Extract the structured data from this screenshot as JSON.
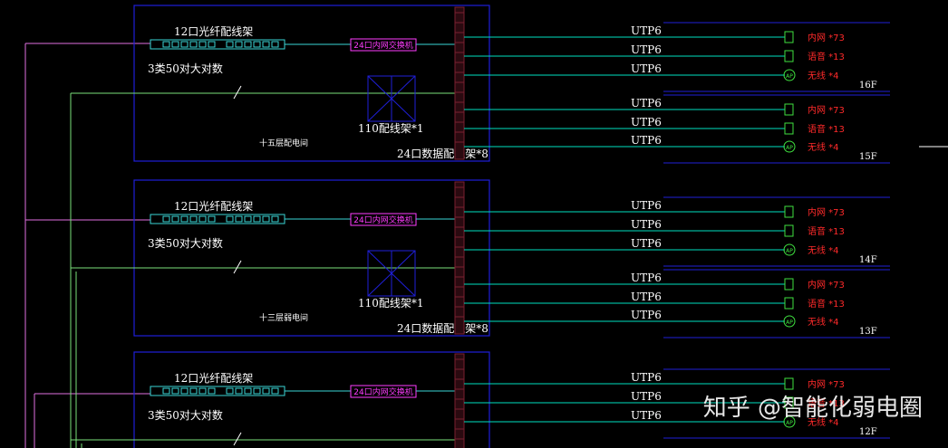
{
  "floors": [
    {
      "room_name": "十五层配电间",
      "fiber_panel": "12口光纤配线架",
      "backbone_cable": "3类50对大对数",
      "switch_label": "24口内网交换机",
      "block_label": "110配线架*1",
      "patch_panel": "24口数据配线架*8",
      "groups": [
        {
          "floor_tag": "16F",
          "runs": [
            {
              "cable": "UTP6",
              "outlet": "内网 *73"
            },
            {
              "cable": "UTP6",
              "outlet": "语音 *13"
            },
            {
              "cable": "UTP6",
              "outlet": "无线 *4"
            }
          ]
        },
        {
          "floor_tag": "15F",
          "runs": [
            {
              "cable": "UTP6",
              "outlet": "内网 *73"
            },
            {
              "cable": "UTP6",
              "outlet": "语音 *13"
            },
            {
              "cable": "UTP6",
              "outlet": "无线 *4"
            }
          ]
        }
      ]
    },
    {
      "room_name": "十三层弱电间",
      "fiber_panel": "12口光纤配线架",
      "backbone_cable": "3类50对大对数",
      "switch_label": "24口内网交换机",
      "block_label": "110配线架*1",
      "patch_panel": "24口数据配线架*8",
      "groups": [
        {
          "floor_tag": "14F",
          "runs": [
            {
              "cable": "UTP6",
              "outlet": "内网 *73"
            },
            {
              "cable": "UTP6",
              "outlet": "语音 *13"
            },
            {
              "cable": "UTP6",
              "outlet": "无线 *4"
            }
          ]
        },
        {
          "floor_tag": "13F",
          "runs": [
            {
              "cable": "UTP6",
              "outlet": "内网 *73"
            },
            {
              "cable": "UTP6",
              "outlet": "语音 *13"
            },
            {
              "cable": "UTP6",
              "outlet": "无线 *4"
            }
          ]
        }
      ]
    },
    {
      "room_name": "",
      "fiber_panel": "12口光纤配线架",
      "backbone_cable": "3类50对大对数",
      "switch_label": "24口内网交换机",
      "block_label": "",
      "patch_panel": "",
      "groups": [
        {
          "floor_tag": "12F",
          "runs": [
            {
              "cable": "UTP6",
              "outlet": "内网 *73"
            },
            {
              "cable": "UTP6",
              "outlet": "语音 *13"
            },
            {
              "cable": "UTP6",
              "outlet": "无线 *4"
            }
          ]
        }
      ]
    }
  ],
  "ap_symbol": "AP",
  "watermark": "知乎 @智能化弱电圈",
  "colors": {
    "background": "#000000",
    "frame": "#1f1fd8",
    "fiber": "#3ad6d6",
    "switch": "#ff3cff",
    "cable": "#00e0c0",
    "outlet": "#ff2a2a",
    "device": "#3fe03f",
    "text": "#ffffff",
    "backbone_green": "#7ae07a",
    "backbone_magenta": "#e070e0"
  }
}
